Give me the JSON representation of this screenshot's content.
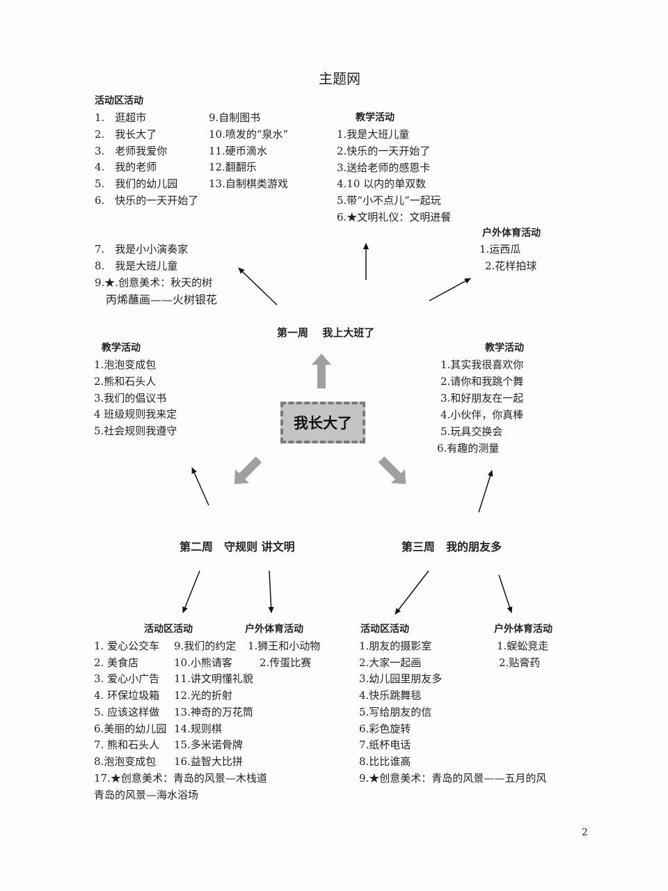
{
  "title": "主题网",
  "center": "我长大了",
  "page_number": "2",
  "week1": {
    "label": "第一周　 我上大班了",
    "area": {
      "heading": "活动区活动",
      "col1": [
        "1.　逛超市",
        "2.　我长大了",
        "3.　老师我爱你",
        "4.　我的老师",
        "5.　我们的幼儿园",
        "6.　快乐的一天开始了"
      ],
      "col2": [
        "9.自制图书",
        "10.喷发的“泉水”",
        "11.硬币滴水",
        "12.翻翻乐",
        "13.自制棋类游戏"
      ],
      "col3": [
        "7.　我是小小演奏家",
        "8.　我是大班儿童",
        "9.★.创意美术：秋天的树"
      ],
      "extra": "丙烯蘸画——火树银花"
    },
    "teaching": {
      "heading": "教学活动",
      "items": [
        "1.我是大班儿童",
        "2.快乐的一天开始了",
        "3.送给老师的感恩卡",
        "4.10 以内的单双数",
        " 5.带“小不点儿”一起玩",
        "6.★文明礼仪：文明进餐"
      ]
    },
    "outdoor": {
      "heading": "户外体育活动",
      "items": [
        "1.运西瓜",
        "2.花样拍球"
      ]
    }
  },
  "week2": {
    "label": "第二周　守规则 讲文明",
    "teaching": {
      "heading": "教学活动",
      "items": [
        "1.泡泡变成包",
        "2.熊和石头人",
        "3.我们的倡议书",
        "4 班级规则我来定",
        "5.社会规则我遵守"
      ]
    },
    "area": {
      "heading": "活动区活动",
      "col1": [
        "1.  爱心公交车",
        "2.   美食店",
        "3.  爱心小广告",
        "4.  环保垃圾箱",
        "5.  应该这样做",
        "6.美丽的幼儿园",
        "7.  熊和石头人",
        "8.泡泡变成包"
      ],
      "col2": [
        "9.我们的约定",
        "10.小熊请客",
        "11.讲文明懂礼貌",
        "12.光的折射",
        "13.神奇的万花筒",
        "14.规则棋",
        "15.多米诺骨牌",
        "16.益智大比拼"
      ],
      "extra1": "17.★创意美术：青岛的风景—木栈道",
      "extra2": "青岛的风景—海水浴场"
    },
    "outdoor": {
      "heading": "户外体育活动",
      "items": [
        "1.狮王和小动物",
        "2.传蛋比赛"
      ]
    }
  },
  "week3": {
    "label": "第三周　我的朋友多",
    "teaching": {
      "heading": "教学活动",
      "items": [
        "1.其实我很喜欢你",
        "2.请你和我跳个舞",
        "3.和好朋友在一起",
        "4.小伙伴，你真棒",
        "5.玩具交换会",
        "6.有趣的测量"
      ]
    },
    "area": {
      "heading": "活动区活动",
      "items": [
        "1.朋友的摄影室",
        " 2.大家一起画",
        "3.幼儿园里朋友多",
        "4.快乐跳舞毯",
        "5.写给朋友的信",
        "6.彩色旋转",
        "7.纸杯电话",
        "8.比比谁高",
        "9.★创意美术：青岛的风景——五月的风"
      ]
    },
    "outdoor": {
      "heading": "户外体育活动",
      "items": [
        "1.蜈蚣竞走",
        "2.贴膏药"
      ]
    }
  },
  "colors": {
    "center_fill": "#c4c4c4",
    "center_border": "#7a7a7a",
    "big_arrow": "#a0a0a0"
  }
}
